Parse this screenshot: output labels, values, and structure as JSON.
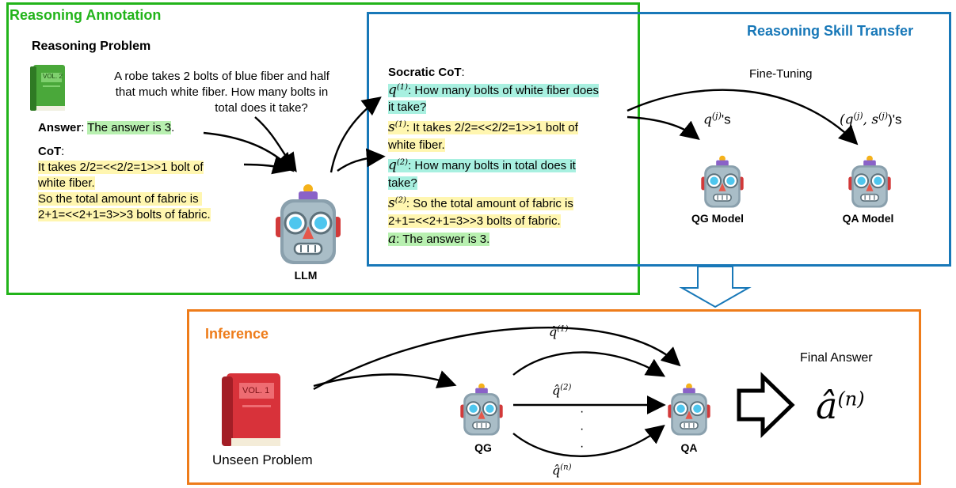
{
  "annotation": {
    "title": "Reasoning Annotation",
    "problem_heading": "Reasoning Problem",
    "problem_text": [
      "A robe takes 2 bolts of blue fiber and half",
      "that much white fiber.  How many bolts in",
      "total does it take?"
    ],
    "book_label": "VOL. 2",
    "answer_label": "Answer",
    "answer_text": "The answer is 3",
    "cot_label": "CoT",
    "cot_lines": [
      "It takes 2/2=<<2/2=1>>1 bolt of",
      "white fiber.",
      "So the total amount of fabric is ",
      "2+1=<<2+1=3>>3 bolts of fabric."
    ],
    "llm_label": "LLM"
  },
  "socratic": {
    "heading": "Socratic CoT",
    "q1_sym": "q",
    "q1_sup": "(1)",
    "q1_lines": [
      ": How many bolts of white fiber does",
      "it take?"
    ],
    "s1_sym": "s",
    "s1_sup": "(1)",
    "s1_lines": [
      ": It takes 2/2=<<2/2=1>>1 bolt of",
      "white fiber."
    ],
    "q2_sym": "q",
    "q2_sup": "(2)",
    "q2_lines": [
      ": How many bolts in total does it",
      "take?"
    ],
    "s2_sym": "s",
    "s2_sup": "(2)",
    "s2_lines": [
      ": So the total amount of fabric is",
      "2+1=<<2+1=3>>3 bolts of fabric."
    ],
    "a_sym": "a",
    "a_text": ": The answer is 3."
  },
  "transfer": {
    "title": "Reasoning Skill Transfer",
    "fine_tuning": "Fine-Tuning",
    "qg_out_sym": "q",
    "qg_out_sup": "(j)",
    "qg_out_suffix": "'s",
    "qa_out_open": "(",
    "qa_out_q": "q",
    "qa_out_q_sup": "(j)",
    "qa_out_sep": ", ",
    "qa_out_s": "s",
    "qa_out_s_sup": "(j)",
    "qa_out_close": ")'s",
    "qg_model": "QG Model",
    "qa_model": "QA Model"
  },
  "inference": {
    "title": "Inference",
    "book_label": "VOL. 1",
    "unseen": "Unseen Problem",
    "qg": "QG",
    "qa": "QA",
    "final_answer": "Final Answer",
    "qhat1_sym": "q̂",
    "qhat1_sup": "(1)",
    "qhat2_sym": "q̂",
    "qhat2_sup": "(2)",
    "qhatn_sym": "q̂",
    "qhatn_sup": "(n)",
    "ahat_sym": "â",
    "ahat_sup": "(n)",
    "dots": [
      "·",
      "·",
      "·"
    ]
  },
  "colors": {
    "green": "#22b41a",
    "blue": "#1878b8",
    "orange": "#ee7c1a",
    "highlight_yellow": "#fff6b0",
    "highlight_green": "#b8f0b0",
    "highlight_cyan": "#a8f0e0"
  },
  "icons": [
    "robot-icon",
    "green-book-icon",
    "red-book-icon",
    "hollow-arrow-icon"
  ]
}
